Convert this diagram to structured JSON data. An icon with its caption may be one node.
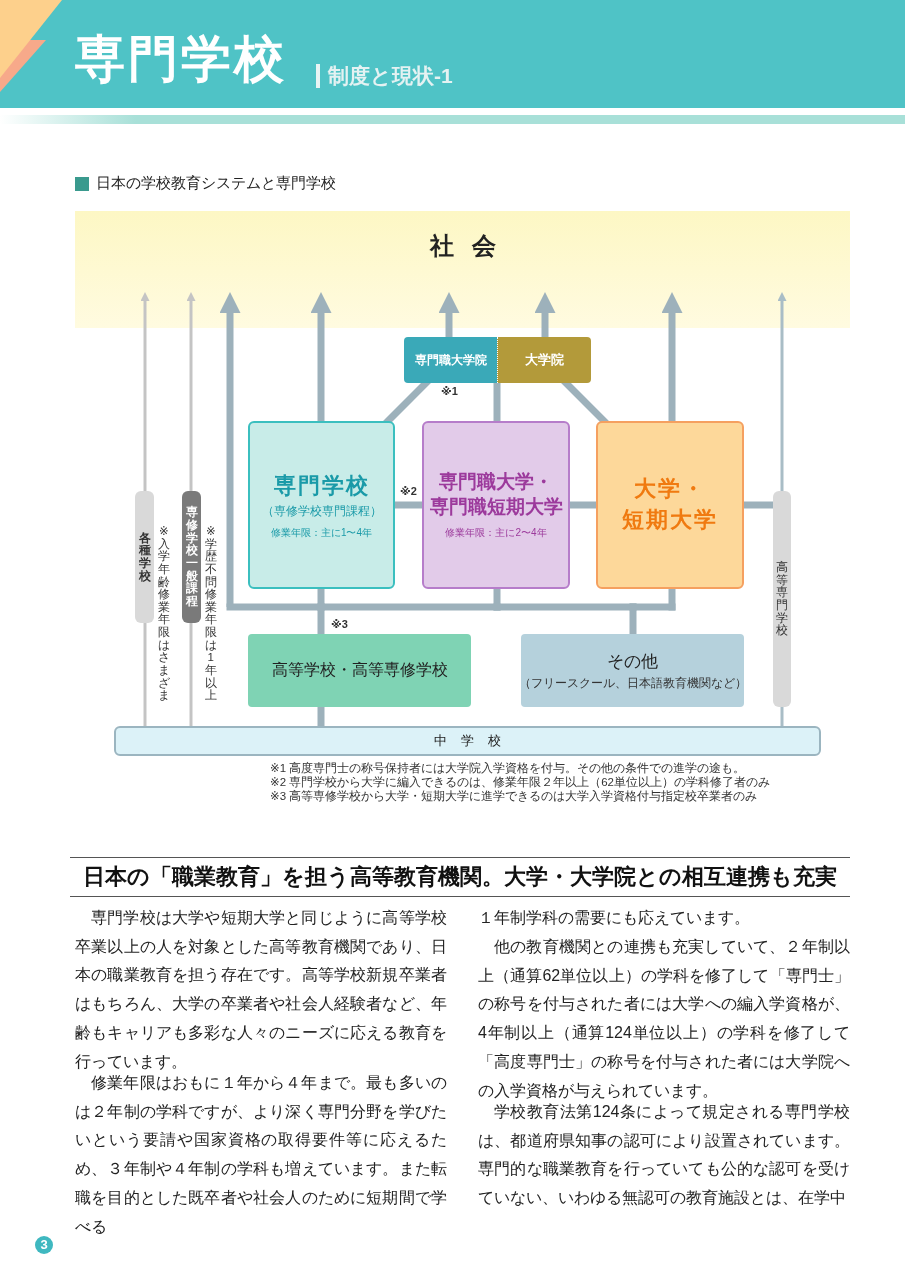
{
  "diagram": {
    "title": "専門学校",
    "nodes": [
      {
        "text": [
          "社会"
        ]
      },
      {
        "text": [
          "専門職大学院"
        ]
      },
      {
        "text": [
          "大学院"
        ]
      },
      {
        "text": [
          "各種学校"
        ],
        "beside": [
          "※入学年齢修業年限はさまざま"
        ]
      },
      {
        "text": [
          "専修学校一般課程"
        ],
        "beside": [
          "※学歴不問修業年限は1年以上"
        ]
      },
      {
        "text": [
          "専門学校",
          "（専修学校専門課程）",
          "修業年限：主に1〜4年"
        ]
      },
      {
        "text": [
          "専門職大学・専門職短期大学",
          "修業年限：主に2〜4年"
        ]
      },
      {
        "text": [
          "大学・短期大学"
        ]
      },
      {
        "text": [
          "高等専門学校"
        ]
      },
      {
        "text": [
          "高等学校・高等専修学校"
        ]
      },
      {
        "text": [
          "その他",
          "（フリースクール、日本語教育機関など）"
        ]
      },
      {
        "text": [
          "中学校"
        ]
      }
    ],
    "edges": [
      {
        "from": 1,
        "to": 0,
        "arrow": "to"
      },
      {
        "from": 2,
        "to": 0,
        "arrow": "to"
      },
      {
        "from": 5,
        "to": 0,
        "arrow": "to"
      },
      {
        "from": 7,
        "to": 0,
        "arrow": "to"
      },
      {
        "from": 3,
        "to": 0,
        "arrow": "to",
        "color": "#c4c4c4"
      },
      {
        "from": 4,
        "to": 0,
        "arrow": "to",
        "color": "#c4c4c4"
      },
      {
        "from": 8,
        "to": 0,
        "arrow": "to",
        "color": "#a9bdc6"
      },
      {
        "from": 5,
        "to": 1,
        "arrow": "none"
      },
      {
        "from": 6,
        "to": 2,
        "arrow": "none"
      },
      {
        "from": 7,
        "to": 2,
        "arrow": "none"
      },
      {
        "from": 5,
        "to": 6,
        "arrow": "none"
      },
      {
        "from": 6,
        "to": 7,
        "arrow": "none"
      },
      {
        "from": 7,
        "to": 8,
        "arrow": "none"
      },
      {
        "from": 9,
        "to": 5,
        "arrow": "none"
      },
      {
        "from": 9,
        "to": 6,
        "arrow": "none"
      },
      {
        "from": 9,
        "to": 7,
        "arrow": "none"
      },
      {
        "from": 9,
        "to": 0,
        "arrow": "to"
      },
      {
        "from": 10,
        "to": 5,
        "arrow": "none"
      },
      {
        "from": 10,
        "to": 6,
        "arrow": "none"
      },
      {
        "from": 10,
        "to": 7,
        "arrow": "none"
      },
      {
        "from": 10,
        "to": 0,
        "arrow": "to"
      },
      {
        "from": 11,
        "to": 3,
        "arrow": "none",
        "color": "#c4c4c4"
      },
      {
        "from": 11,
        "to": 4,
        "arrow": "none",
        "color": "#c4c4c4"
      },
      {
        "from": 11,
        "to": 8,
        "arrow": "none",
        "color": "#a9bdc6"
      },
      {
        "from": 11,
        "to": 9,
        "arrow": "none"
      }
    ],
    "labels": [
      "制度と現状-1",
      "日本の学校教育システムと専門学校",
      "※1",
      "※2",
      "※3",
      "※1 高度専門士の称号保持者には大学院入学資格を付与。その他の条件での進学の途も。",
      "※2 専門学校から大学に編入できるのは、修業年限２年以上（62単位以上）の学科修了者のみ",
      "※3 高等専修学校から大学・短期大学に進学できるのは大学入学資格付与指定校卒業者のみ",
      "日本の「職業教育」を担う高等教育機関。大学・大学院との相互連携も充実",
      "専門学校は大学や短期大学と同じように高等学校卒業以上の人を対象とした高等教育機関であり、日本の職業教育を担う存在です。高等学校新規卒業者はもちろん、大学の卒業者や社会人経験者など、年齢もキャリアも多彩な人々のニーズに応える教育を行っています。",
      "修業年限はおもに１年から４年まで。最も多いのは２年制の学科ですが、より深く専門分野を学びたいという要請や国家資格の取得要件等に応えるため、３年制や４年制の学科も増えています。また転職を目的とした既卒者や社会人のために短期間で学べる",
      "１年制学科の需要にも応えています。",
      "他の教育機関との連携も充実していて、２年制以上（通算62単位以上）の学科を修了して「専門士」の称号を付与された者には大学への編入学資格が、4年制以上（通算124単位以上）の学科を修了して「高度専門士」の称号を付与された者には大学院への入学資格が与えられています。",
      "学校教育法第124条によって規定される専門学校は、都道府県知事の認可により設置されています。専門的な職業教育を行っていても公的な認可を受けていない、いわゆる無認可の教育施設とは、在学中",
      "3"
    ]
  }
}
